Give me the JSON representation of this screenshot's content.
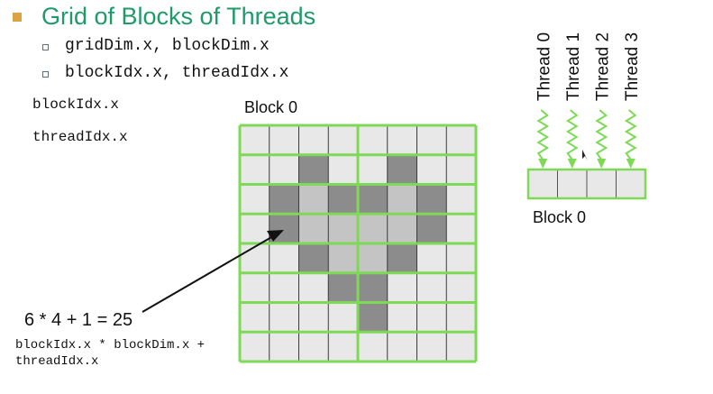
{
  "title": "Grid of Blocks of Threads",
  "bullets": [
    "gridDim.x, blockDim.x",
    "blockIdx.x, threadIdx.x"
  ],
  "side_labels": {
    "block_idx": "blockIdx.x",
    "thread_idx": "threadIdx.x"
  },
  "grid_block_label": "Block 0",
  "grid": {
    "rows": 8,
    "cols": 8,
    "cells": [
      "........",
      "..D..D..",
      ".DLDDLD.",
      ".DLLLLD.",
      "..DLLD..",
      "...DD...",
      "....D...",
      "........"
    ]
  },
  "threads_block": {
    "label": "Block 0",
    "threads": [
      "Thread 0",
      "Thread 1",
      "Thread 2",
      "Thread 3"
    ]
  },
  "formula": "6 * 4 + 1 = 25",
  "expression_line1": "blockIdx.x * blockDim.x +",
  "expression_line2": "threadIdx.x",
  "colors": {
    "title": "#1f9a6a",
    "grid_line": "#7ed957",
    "cell_bg": "#e8e8e8",
    "cell_light": "#c4c4c4",
    "cell_dark": "#8c8c8c",
    "squiggle": "#7ed957"
  }
}
